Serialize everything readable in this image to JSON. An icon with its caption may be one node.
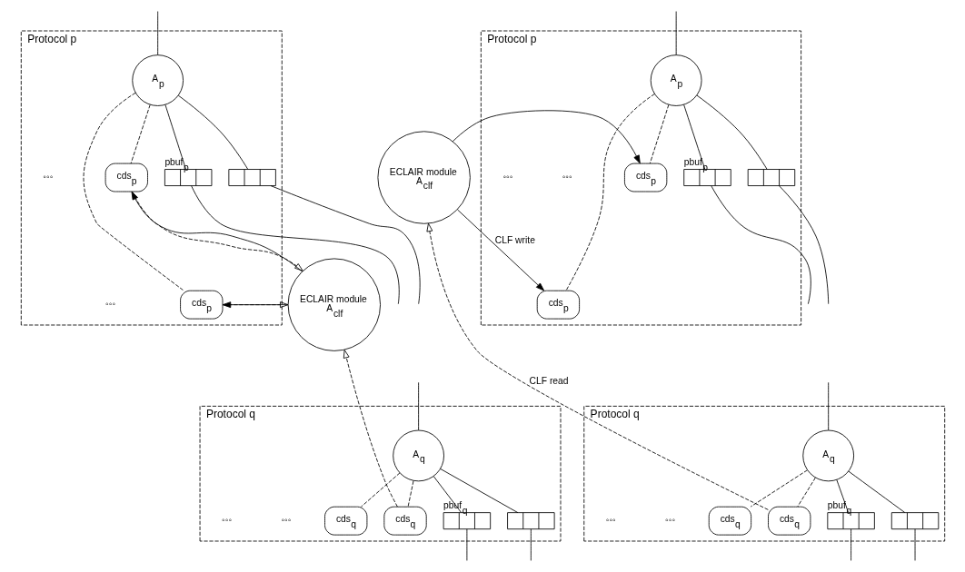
{
  "diagram": {
    "nodes": [
      {
        "text": [
          "Protocol p"
        ]
      },
      {
        "text": [
          "A$_{p}$"
        ],
        "in": 0
      },
      {
        "text": [
          "cds$_{p}$"
        ],
        "in": 0
      },
      {
        "text": [
          "cds$_{p}$"
        ],
        "in": 0
      },
      {
        "text": [],
        "shape": "buffer",
        "beside": [
          "pbuf$_{p}$"
        ],
        "in": 0
      },
      {
        "text": [],
        "shape": "buffer",
        "in": 0
      },
      {
        "text": [
          "Protocol q"
        ]
      },
      {
        "text": [
          "A$_{q}$"
        ],
        "in": 6
      },
      {
        "text": [
          "cds$_{q}$"
        ],
        "in": 6
      },
      {
        "text": [
          "cds$_{q}$"
        ],
        "in": 6
      },
      {
        "text": [],
        "shape": "buffer",
        "beside": [
          "pbuf$_{q}$"
        ],
        "in": 6
      },
      {
        "text": [],
        "shape": "buffer",
        "in": 6
      },
      {
        "text": [
          "ECLAIR module",
          "A$_{clf}$"
        ]
      },
      {
        "text": [
          "Protocol p"
        ]
      },
      {
        "text": [
          "A$_{p}$"
        ],
        "in": 13
      },
      {
        "text": [
          "cds$_{p}$"
        ],
        "in": 13
      },
      {
        "text": [
          "cds$_{p}$"
        ],
        "in": 13
      },
      {
        "text": [],
        "shape": "buffer",
        "beside": [
          "pbuf$_{p}$"
        ],
        "in": 13
      },
      {
        "text": [],
        "shape": "buffer",
        "in": 13
      },
      {
        "text": [
          "Protocol q"
        ]
      },
      {
        "text": [
          "A$_{q}$"
        ],
        "in": 19
      },
      {
        "text": [
          "cds$_{q}$"
        ],
        "in": 19
      },
      {
        "text": [
          "cds$_{q}$"
        ],
        "in": 19
      },
      {
        "text": [],
        "shape": "buffer",
        "beside": [
          "pbuf$_{q}$"
        ],
        "in": 19
      },
      {
        "text": [],
        "shape": "buffer",
        "in": 19
      },
      {
        "text": [
          "ECLAIR module",
          "A$_{clf}$"
        ]
      }
    ],
    "edges": [
      {
        "from": null,
        "to": 1,
        "arrow": "none"
      },
      {
        "from": 1,
        "to": 4,
        "arrow": "none"
      },
      {
        "from": 1,
        "to": 5,
        "arrow": "none"
      },
      {
        "from": 4,
        "to": null,
        "arrow": "none"
      },
      {
        "from": 5,
        "to": null,
        "arrow": "none"
      },
      {
        "from": 1,
        "to": 2,
        "arrow": "none",
        "style": "dashed"
      },
      {
        "from": 1,
        "to": 3,
        "arrow": "none",
        "style": "dashed"
      },
      {
        "from": 12,
        "to": 2,
        "arrow": "to"
      },
      {
        "from": 12,
        "to": 3,
        "arrow": "to"
      },
      {
        "from": 2,
        "to": 12,
        "arrow": "to",
        "style": "dashed"
      },
      {
        "from": 3,
        "to": 12,
        "arrow": "to",
        "style": "dashed"
      },
      {
        "from": null,
        "to": 7,
        "arrow": "none"
      },
      {
        "from": 7,
        "to": 10,
        "arrow": "none"
      },
      {
        "from": 7,
        "to": 11,
        "arrow": "none"
      },
      {
        "from": 10,
        "to": null,
        "arrow": "none"
      },
      {
        "from": 11,
        "to": null,
        "arrow": "none"
      },
      {
        "from": 7,
        "to": 8,
        "arrow": "none",
        "style": "dashed"
      },
      {
        "from": 7,
        "to": 9,
        "arrow": "none",
        "style": "dashed"
      },
      {
        "from": 9,
        "to": 12,
        "arrow": "to",
        "style": "dashed"
      },
      {
        "from": null,
        "to": 14,
        "arrow": "none"
      },
      {
        "from": 14,
        "to": 17,
        "arrow": "none"
      },
      {
        "from": 14,
        "to": 18,
        "arrow": "none"
      },
      {
        "from": 17,
        "to": null,
        "arrow": "none"
      },
      {
        "from": 18,
        "to": null,
        "arrow": "none"
      },
      {
        "from": 14,
        "to": 15,
        "arrow": "none",
        "style": "dashed"
      },
      {
        "from": 14,
        "to": 16,
        "arrow": "none",
        "style": "dashed"
      },
      {
        "from": 25,
        "to": 15,
        "arrow": "to",
        "label": "CLF write"
      },
      {
        "from": 25,
        "to": 16,
        "arrow": "to"
      },
      {
        "from": null,
        "to": 20,
        "arrow": "none"
      },
      {
        "from": 20,
        "to": 23,
        "arrow": "none"
      },
      {
        "from": 20,
        "to": 24,
        "arrow": "none"
      },
      {
        "from": 23,
        "to": null,
        "arrow": "none"
      },
      {
        "from": 24,
        "to": null,
        "arrow": "none"
      },
      {
        "from": 20,
        "to": 21,
        "arrow": "none",
        "style": "dashed"
      },
      {
        "from": 20,
        "to": 22,
        "arrow": "none",
        "style": "dashed"
      },
      {
        "from": 22,
        "to": 25,
        "arrow": "to",
        "style": "dashed",
        "label": "CLF read"
      }
    ],
    "labels": [
      "◦◦◦",
      "◦◦◦",
      "◦◦◦",
      "◦◦◦",
      "◦◦◦",
      "◦◦◦",
      "◦◦◦",
      "◦◦◦"
    ]
  }
}
